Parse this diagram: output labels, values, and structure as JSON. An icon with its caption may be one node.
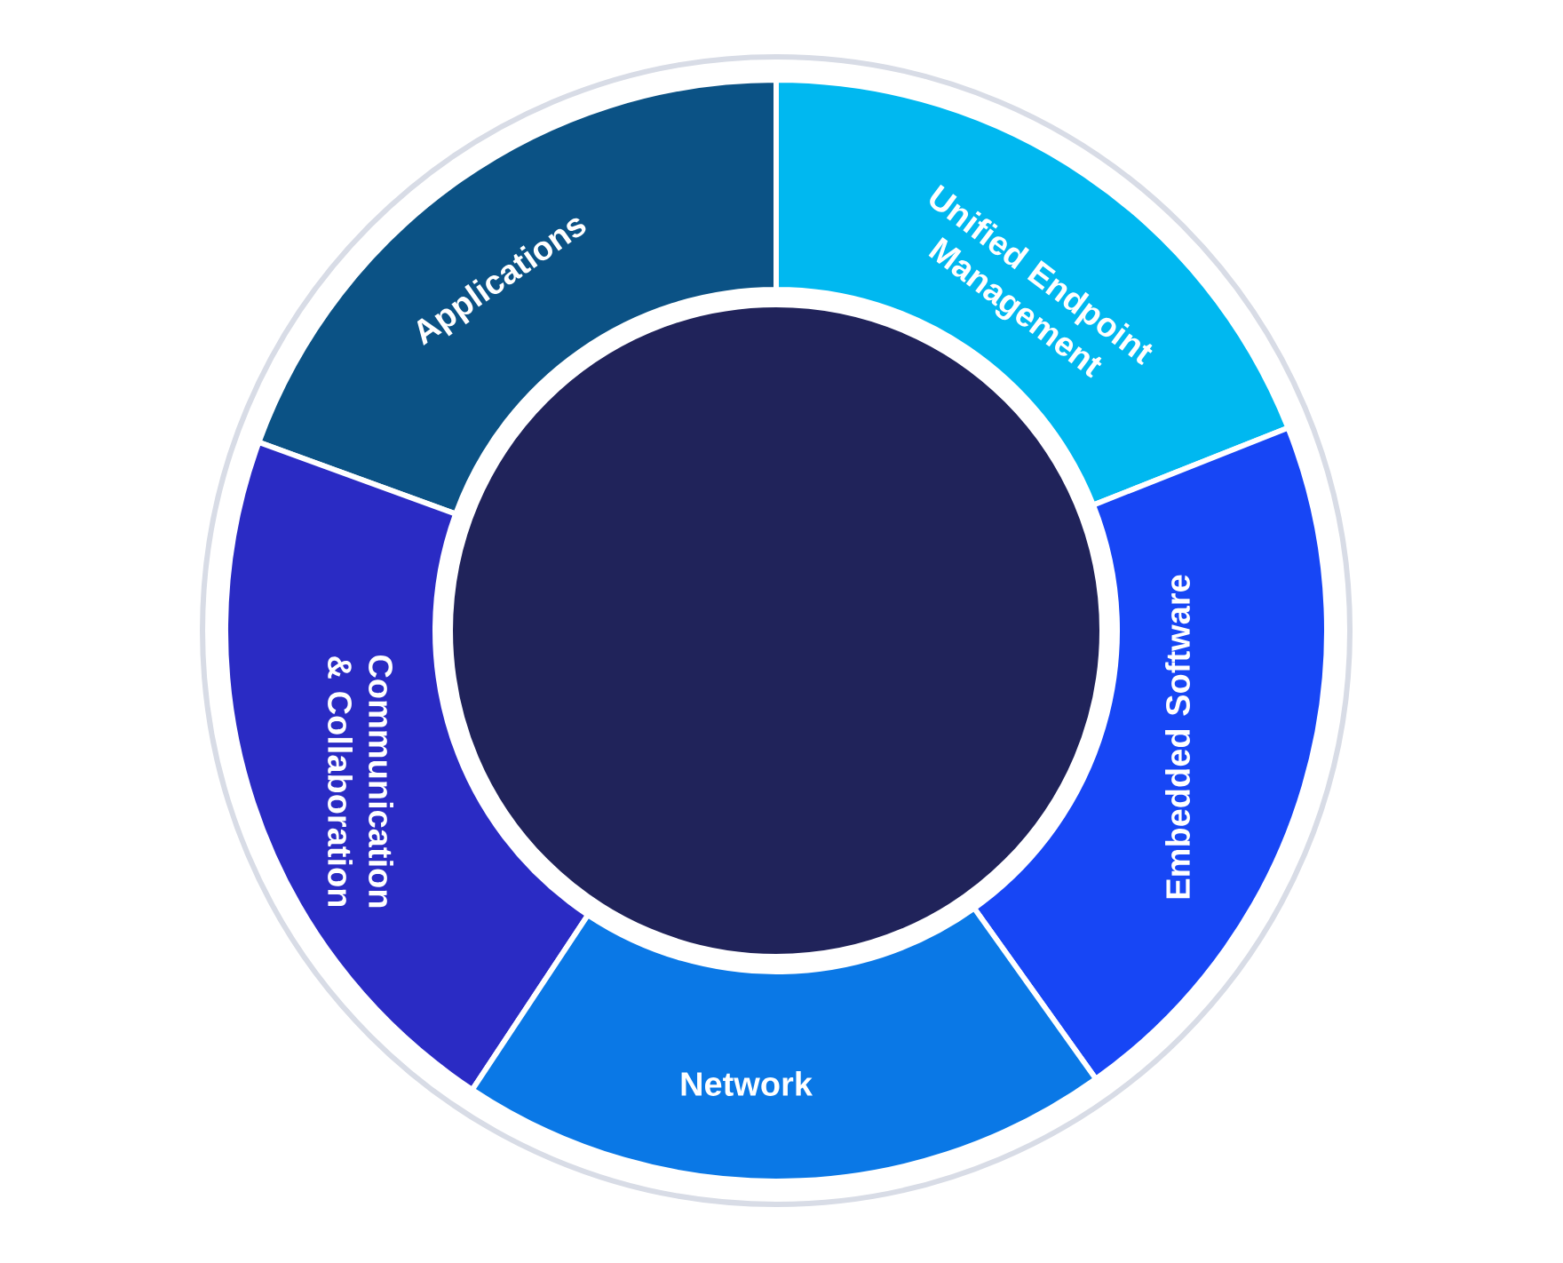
{
  "diagram": {
    "nodes": [
      {
        "text": [
          "Applications"
        ]
      },
      {
        "text": [
          "Unified Endpoint Management"
        ]
      },
      {
        "text": [
          "Communication & Collaboration"
        ]
      },
      {
        "text": [
          "Embedded Software"
        ]
      },
      {
        "text": [
          "Network"
        ]
      },
      {
        "text": [],
        "shape": "circle"
      }
    ]
  }
}
